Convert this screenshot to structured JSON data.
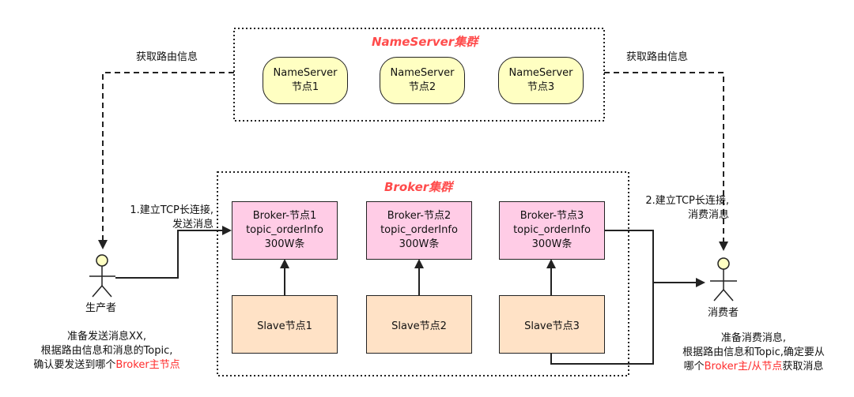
{
  "nameserver_cluster": {
    "title": "NameServer集群",
    "nodes": [
      {
        "line1": "NameServer",
        "line2": "节点1"
      },
      {
        "line1": "NameServer",
        "line2": "节点2"
      },
      {
        "line1": "NameServer",
        "line2": "节点3"
      }
    ]
  },
  "broker_cluster": {
    "title": "Broker集群",
    "brokers": [
      {
        "name": "Broker-节点1",
        "topic": "topic_orderInfo",
        "size": "300W条"
      },
      {
        "name": "Broker-节点2",
        "topic": "topic_orderInfo",
        "size": "300W条"
      },
      {
        "name": "Broker-节点3",
        "topic": "topic_orderInfo",
        "size": "300W条"
      }
    ],
    "slaves": [
      "Slave节点1",
      "Slave节点2",
      "Slave节点3"
    ]
  },
  "producer": {
    "label": "生产者",
    "route_label": "获取路由信息",
    "connect_line1": "1.建立TCP长连接,",
    "connect_line2": "发送消息",
    "note_line1": "准备发送消息XX,",
    "note_line2": "根据路由信息和消息的Topic,",
    "note_line3_prefix": "确认要发送到哪个",
    "note_line3_highlight": "Broker主节点"
  },
  "consumer": {
    "label": "消费者",
    "route_label": "获取路由信息",
    "connect_line1": "2.建立TCP长连接,",
    "connect_line2": "消费消息",
    "note_line1": "准备消费消息,",
    "note_line2": "根据路由信息和Topic,确定要从",
    "note_line3_prefix": "哪个",
    "note_line3_highlight": "Broker主/从节点",
    "note_line3_suffix": "获取消息"
  },
  "colors": {
    "nameserver_fill": "#ffffc2",
    "broker_fill": "#ffcce6",
    "slave_fill": "#ffe2c6",
    "title_red": "#ff4b4b",
    "highlight_red": "#ff2b2b"
  }
}
